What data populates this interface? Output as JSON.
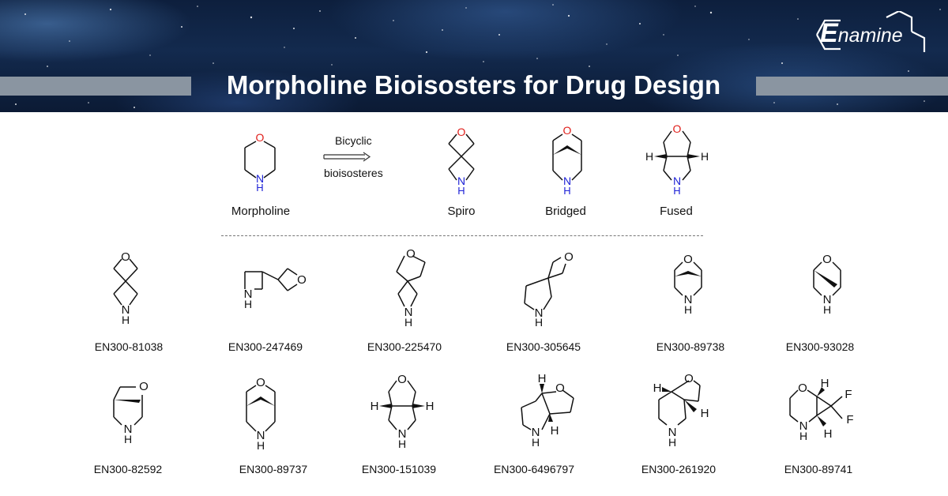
{
  "banner": {
    "title": "Morpholine Bioisosters for Drug Design",
    "logo_text_initial": "E",
    "logo_text_rest": "namine"
  },
  "header_row": {
    "morpholine_label": "Morpholine",
    "arrow_label_top": "Bicyclic",
    "arrow_label_bottom": "bioisosteres",
    "spiro_label": "Spiro",
    "bridged_label": "Bridged",
    "fused_label": "Fused"
  },
  "compounds": [
    "EN300-81038",
    "EN300-247469",
    "EN300-225470",
    "EN300-305645",
    "EN300-89738",
    "EN300-93028",
    "EN300-82592",
    "EN300-89737",
    "EN300-151039",
    "EN300-6496797",
    "EN300-261920",
    "EN300-89741"
  ],
  "atoms": {
    "O": "O",
    "NH_N": "N",
    "NH_H": "H",
    "H": "H",
    "F": "F"
  },
  "colors": {
    "oxygen": "#e0201c",
    "nitrogen": "#1e22d6",
    "band": "#8a95a1",
    "bond": "#111111"
  }
}
